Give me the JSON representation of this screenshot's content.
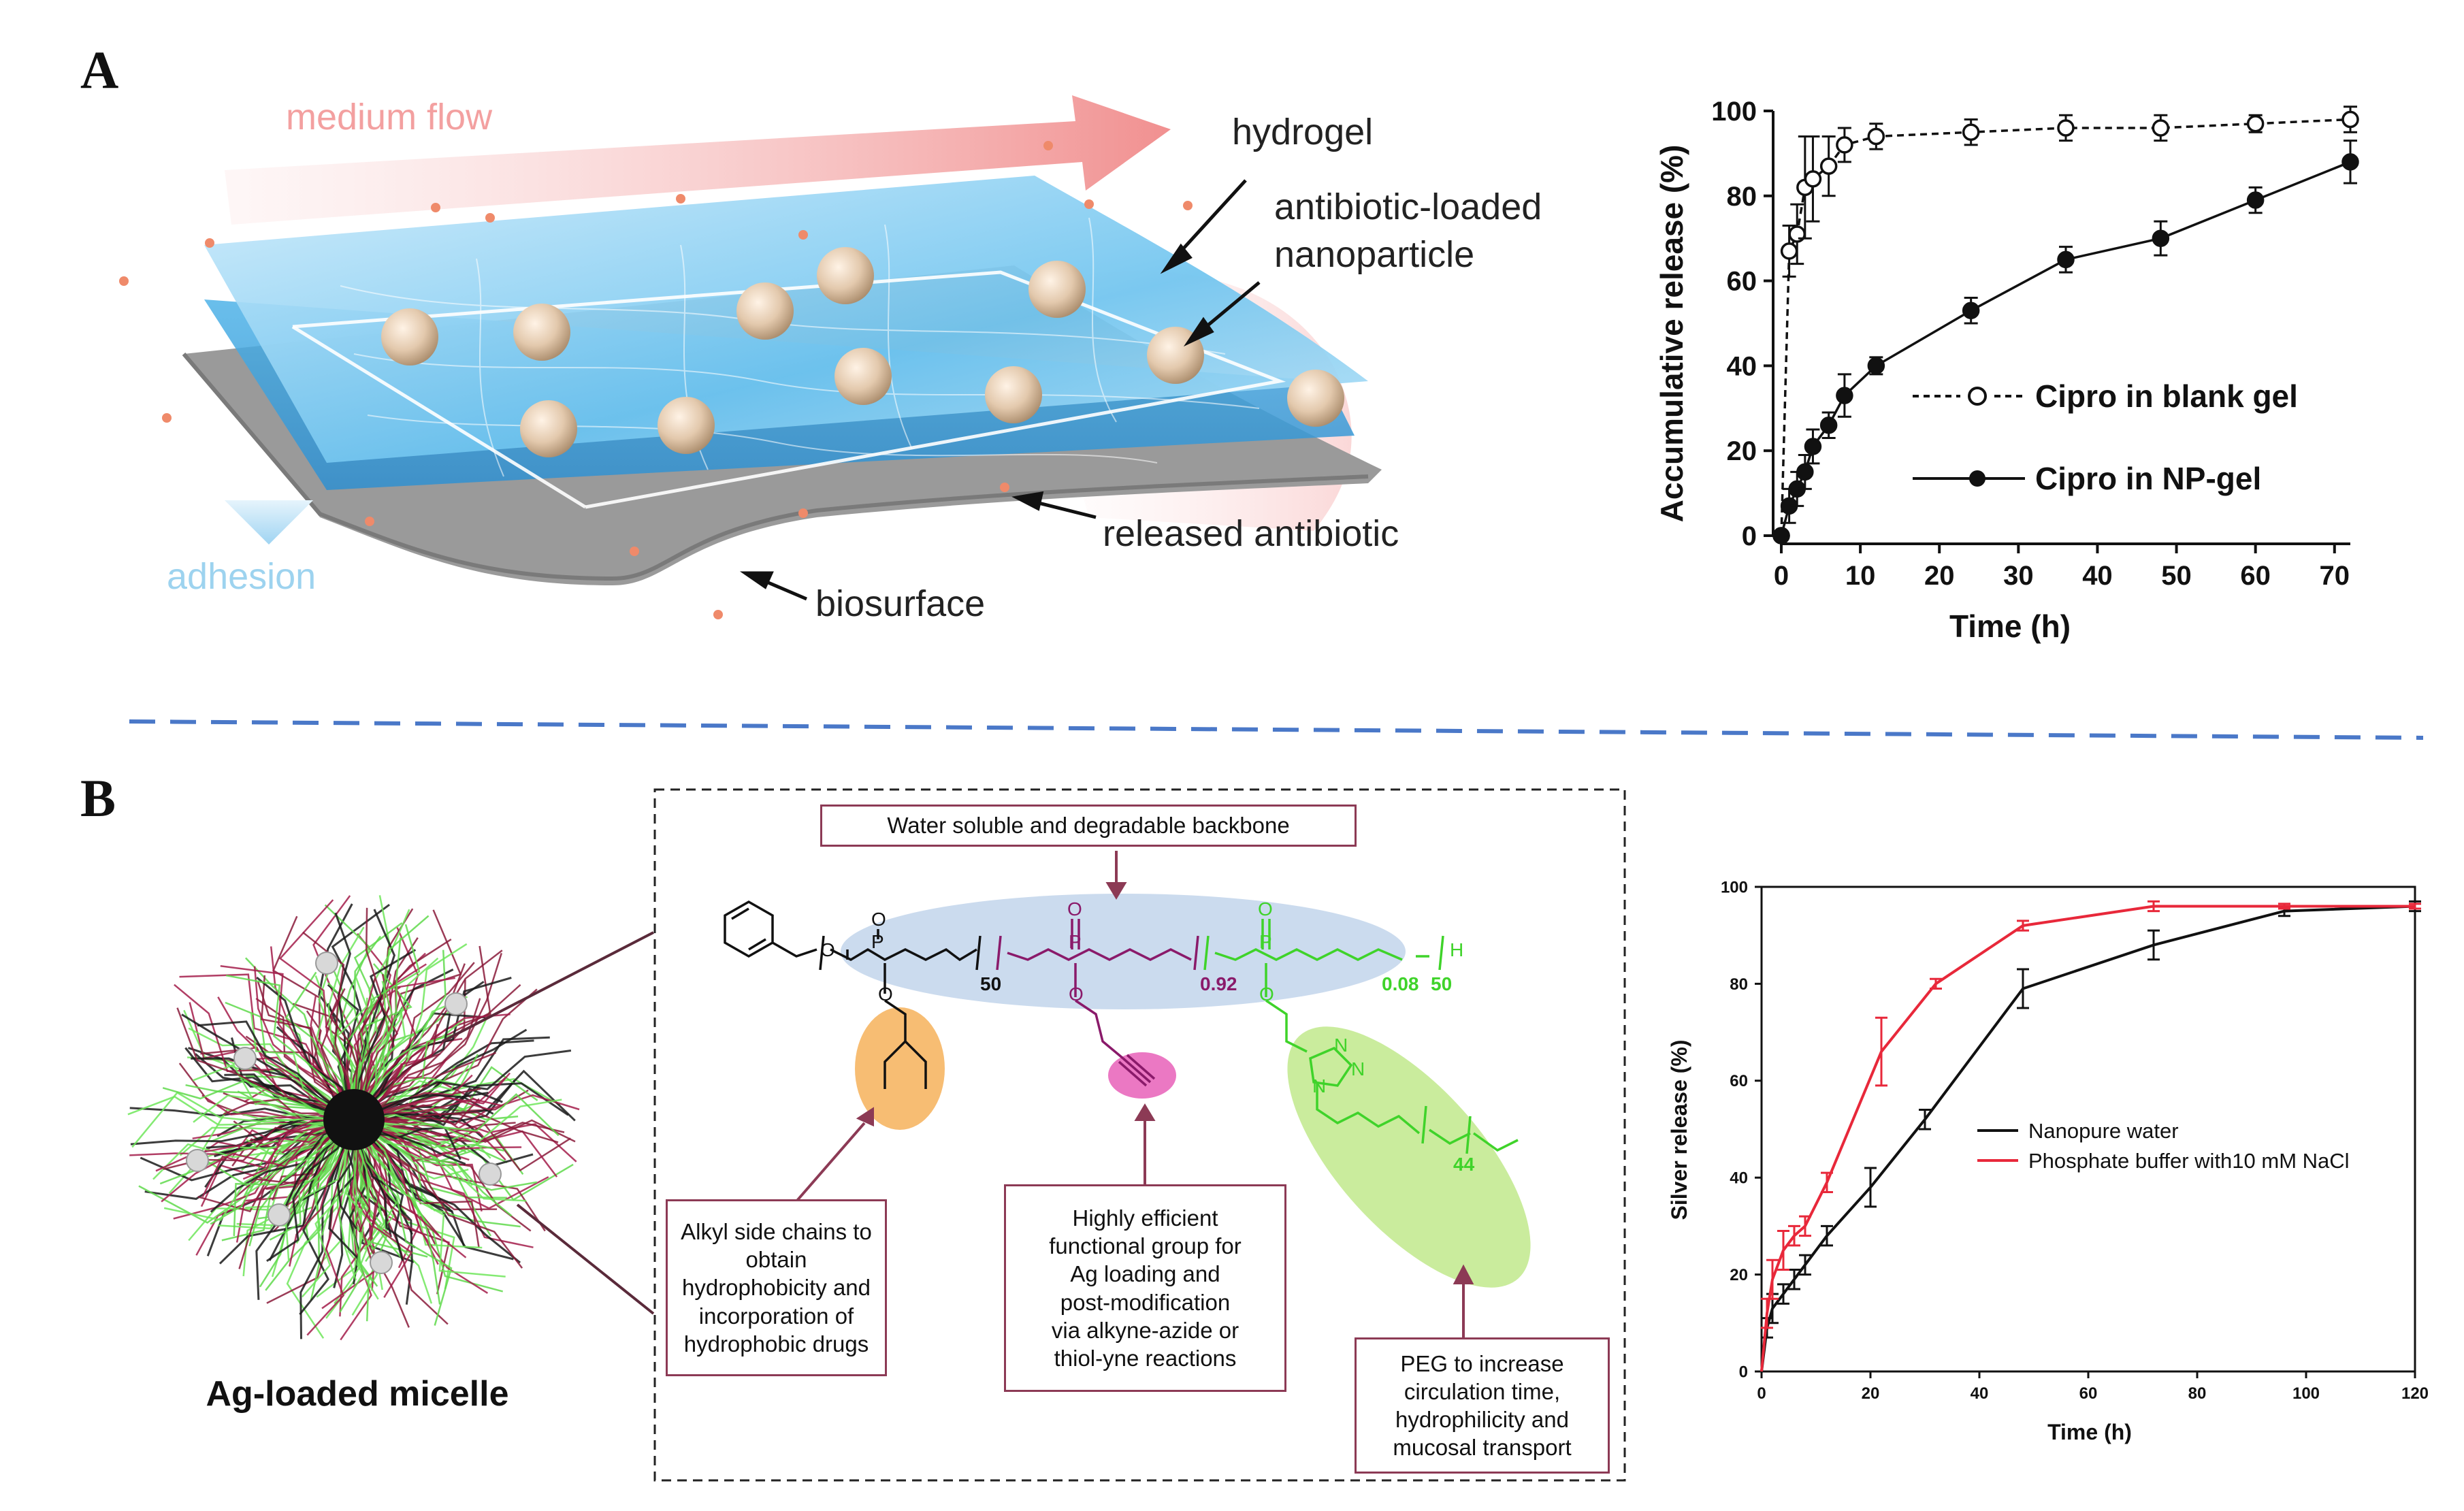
{
  "panel_labels": {
    "a": "A",
    "b": "B"
  },
  "panel_a": {
    "schematic": {
      "medium_flow": "medium flow",
      "adhesion": "adhesion",
      "hydrogel": "hydrogel",
      "nanoparticle": "antibiotic-loaded nanoparticle",
      "nanoparticle_line1": "antibiotic-loaded",
      "nanoparticle_line2": "nanoparticle",
      "released": "released antibiotic",
      "biosurface": "biosurface"
    }
  },
  "panel_b": {
    "micelle_label": "Ag-loaded micelle",
    "backbone_box": "Water soluble and degradable backbone",
    "subscripts": {
      "s1": "50",
      "s2": "0.92",
      "s3": "0.08",
      "s4": "50",
      "s5": "44",
      "h": "H",
      "o": "O",
      "p": "P",
      "n": "N"
    },
    "callouts": {
      "alkyl": [
        "Alkyl side chains to",
        "obtain",
        "hydrophobicity and",
        "incorporation of",
        "hydrophobic drugs"
      ],
      "functional": [
        "Highly efficient",
        "functional group for",
        "Ag loading and",
        "post-modification",
        "via alkyne-azide or",
        "thiol-yne reactions"
      ],
      "peg": [
        "PEG to increase",
        "circulation time,",
        "hydrophilicity and",
        "mucosal transport"
      ]
    }
  },
  "colors": {
    "black_series": "#111111",
    "red_series": "#e8283a",
    "dashed_divider": "#4a78c8",
    "callout_border": "#8c3a55",
    "green_polymer": "#3fd32a",
    "purple_polymer": "#8a1a6a"
  },
  "chart_data": [
    {
      "type": "line",
      "xlabel": "Time (h)",
      "ylabel": "Accumulative release (%)",
      "xlim": [
        0,
        72
      ],
      "ylim": [
        0,
        100
      ],
      "xticks": [
        0,
        10,
        20,
        30,
        40,
        50,
        60,
        70
      ],
      "yticks": [
        0,
        20,
        40,
        60,
        80,
        100
      ],
      "legend_position": "center-right",
      "series": [
        {
          "name": "Cipro in blank gel",
          "style": "dashed, open circles",
          "x": [
            0,
            1,
            2,
            3,
            4,
            6,
            8,
            12,
            24,
            36,
            48,
            60,
            72
          ],
          "y": [
            0,
            67,
            71,
            82,
            84,
            87,
            92,
            94,
            95,
            96,
            96,
            97,
            98
          ],
          "err": [
            0,
            6,
            7,
            12,
            10,
            7,
            4,
            3,
            3,
            3,
            3,
            2,
            3
          ]
        },
        {
          "name": "Cipro in NP-gel",
          "style": "solid, filled circles",
          "x": [
            0,
            1,
            2,
            3,
            4,
            6,
            8,
            12,
            24,
            36,
            48,
            60,
            72
          ],
          "y": [
            0,
            7,
            11,
            15,
            21,
            26,
            33,
            40,
            53,
            65,
            70,
            79,
            88
          ],
          "err": [
            0,
            4,
            4,
            4,
            4,
            3,
            5,
            2,
            3,
            3,
            4,
            3,
            5
          ]
        }
      ]
    },
    {
      "type": "line",
      "xlabel": "Time (h)",
      "ylabel": "Silver release (%)",
      "xlim": [
        0,
        120
      ],
      "ylim": [
        0,
        100
      ],
      "xticks": [
        0,
        20,
        40,
        60,
        80,
        100,
        120
      ],
      "yticks": [
        0,
        20,
        40,
        60,
        80,
        100
      ],
      "legend_position": "center-right",
      "series": [
        {
          "name": "Nanopure water",
          "x": [
            0,
            1,
            2,
            4,
            6,
            8,
            12,
            20,
            30,
            48,
            72,
            96,
            120
          ],
          "y": [
            0,
            9,
            13,
            16,
            19,
            22,
            28,
            38,
            52,
            79,
            88,
            95,
            96
          ],
          "err": [
            0,
            2,
            3,
            2,
            2,
            2,
            2,
            4,
            2,
            4,
            3,
            1,
            1
          ]
        },
        {
          "name": "Phosphate buffer with10 mM NaCl",
          "x": [
            0,
            1,
            2,
            4,
            6,
            8,
            12,
            22,
            32,
            48,
            72,
            96,
            120
          ],
          "y": [
            0,
            12,
            19,
            25,
            28,
            30,
            39,
            66,
            80,
            92,
            96,
            96,
            96
          ],
          "err": [
            0,
            3,
            4,
            4,
            2,
            2,
            2,
            7,
            1,
            1,
            1,
            0.5,
            0.5
          ]
        }
      ]
    }
  ]
}
